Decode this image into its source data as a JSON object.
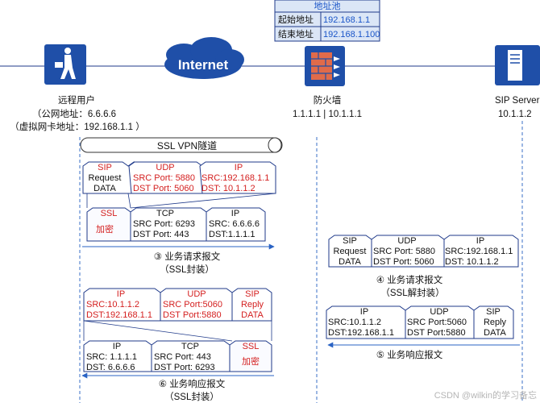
{
  "pool": {
    "title": "地址池",
    "rows": [
      {
        "key": "起始地址",
        "value": "192.168.1.1"
      },
      {
        "key": "结束地址",
        "value": "192.168.1.100"
      }
    ]
  },
  "nodes": {
    "remote": {
      "name": "远程用户",
      "public": "（公网地址：6.6.6.6",
      "virtual": "（虚拟网卡地址：192.168.1.1 ）"
    },
    "internet": {
      "label": "Internet"
    },
    "firewall": {
      "name": "防火墙",
      "ip": "1.1.1.1 | 10.1.1.1"
    },
    "sip_server": {
      "name": "SIP Server",
      "ip": "10.1.1.2"
    }
  },
  "tunnel": {
    "label": "SSL VPN隧道"
  },
  "flow3": {
    "inner": {
      "sip": [
        "SIP",
        "Request",
        "DATA"
      ],
      "udp": [
        "UDP",
        "SRC Port: 5880",
        "DST Port: 5060"
      ],
      "ip": [
        "IP",
        "SRC:192.168.1.1",
        "DST: 10.1.1.2"
      ]
    },
    "outer": {
      "ssl": [
        "SSL",
        "加密"
      ],
      "tcp": [
        "TCP",
        "SRC Port: 6293",
        "DST Port:  443"
      ],
      "ip": [
        "IP",
        "SRC: 6.6.6.6",
        "DST:1.1.1.1"
      ]
    },
    "caption": [
      "③ 业务请求报文",
      "（SSL封装）"
    ]
  },
  "flow4": {
    "sip": [
      "SIP",
      "Request",
      "DATA"
    ],
    "udp": [
      "UDP",
      "SRC Port: 5880",
      "DST Port: 5060"
    ],
    "ip": [
      "IP",
      "SRC:192.168.1.1",
      "DST: 10.1.1.2"
    ],
    "caption": [
      "④ 业务请求报文",
      "（SSL解封装）"
    ]
  },
  "flow5": {
    "ip": [
      "IP",
      "SRC:10.1.1.2",
      "DST:192.168.1.1"
    ],
    "udp": [
      "UDP",
      "SRC Port:5060",
      "DST Port:5880"
    ],
    "sip": [
      "SIP",
      "Reply",
      "DATA"
    ],
    "caption": "⑤ 业务响应报文"
  },
  "flow6": {
    "inner": {
      "ip": [
        "IP",
        "SRC:10.1.1.2",
        "DST:192.168.1.1"
      ],
      "udp": [
        "UDP",
        "SRC Port:5060",
        "DST Port:5880"
      ],
      "sip": [
        "SIP",
        "Reply",
        "DATA"
      ]
    },
    "outer": {
      "ip": [
        "IP",
        "SRC:  1.1.1.1",
        "DST:  6.6.6.6"
      ],
      "tcp": [
        "TCP",
        "SRC Port:  443",
        "DST Port:  6293"
      ],
      "ssl": [
        "SSL",
        "加密"
      ]
    },
    "caption": [
      "⑥ 业务响应报文",
      "（SSL封装）"
    ]
  },
  "watermark": "CSDN @wilkin的学习备忘",
  "colors": {
    "accent": "#1f3a8a",
    "red": "#d42020",
    "blue": "#2a63c4",
    "pool_bg": "#dbe6f6"
  }
}
